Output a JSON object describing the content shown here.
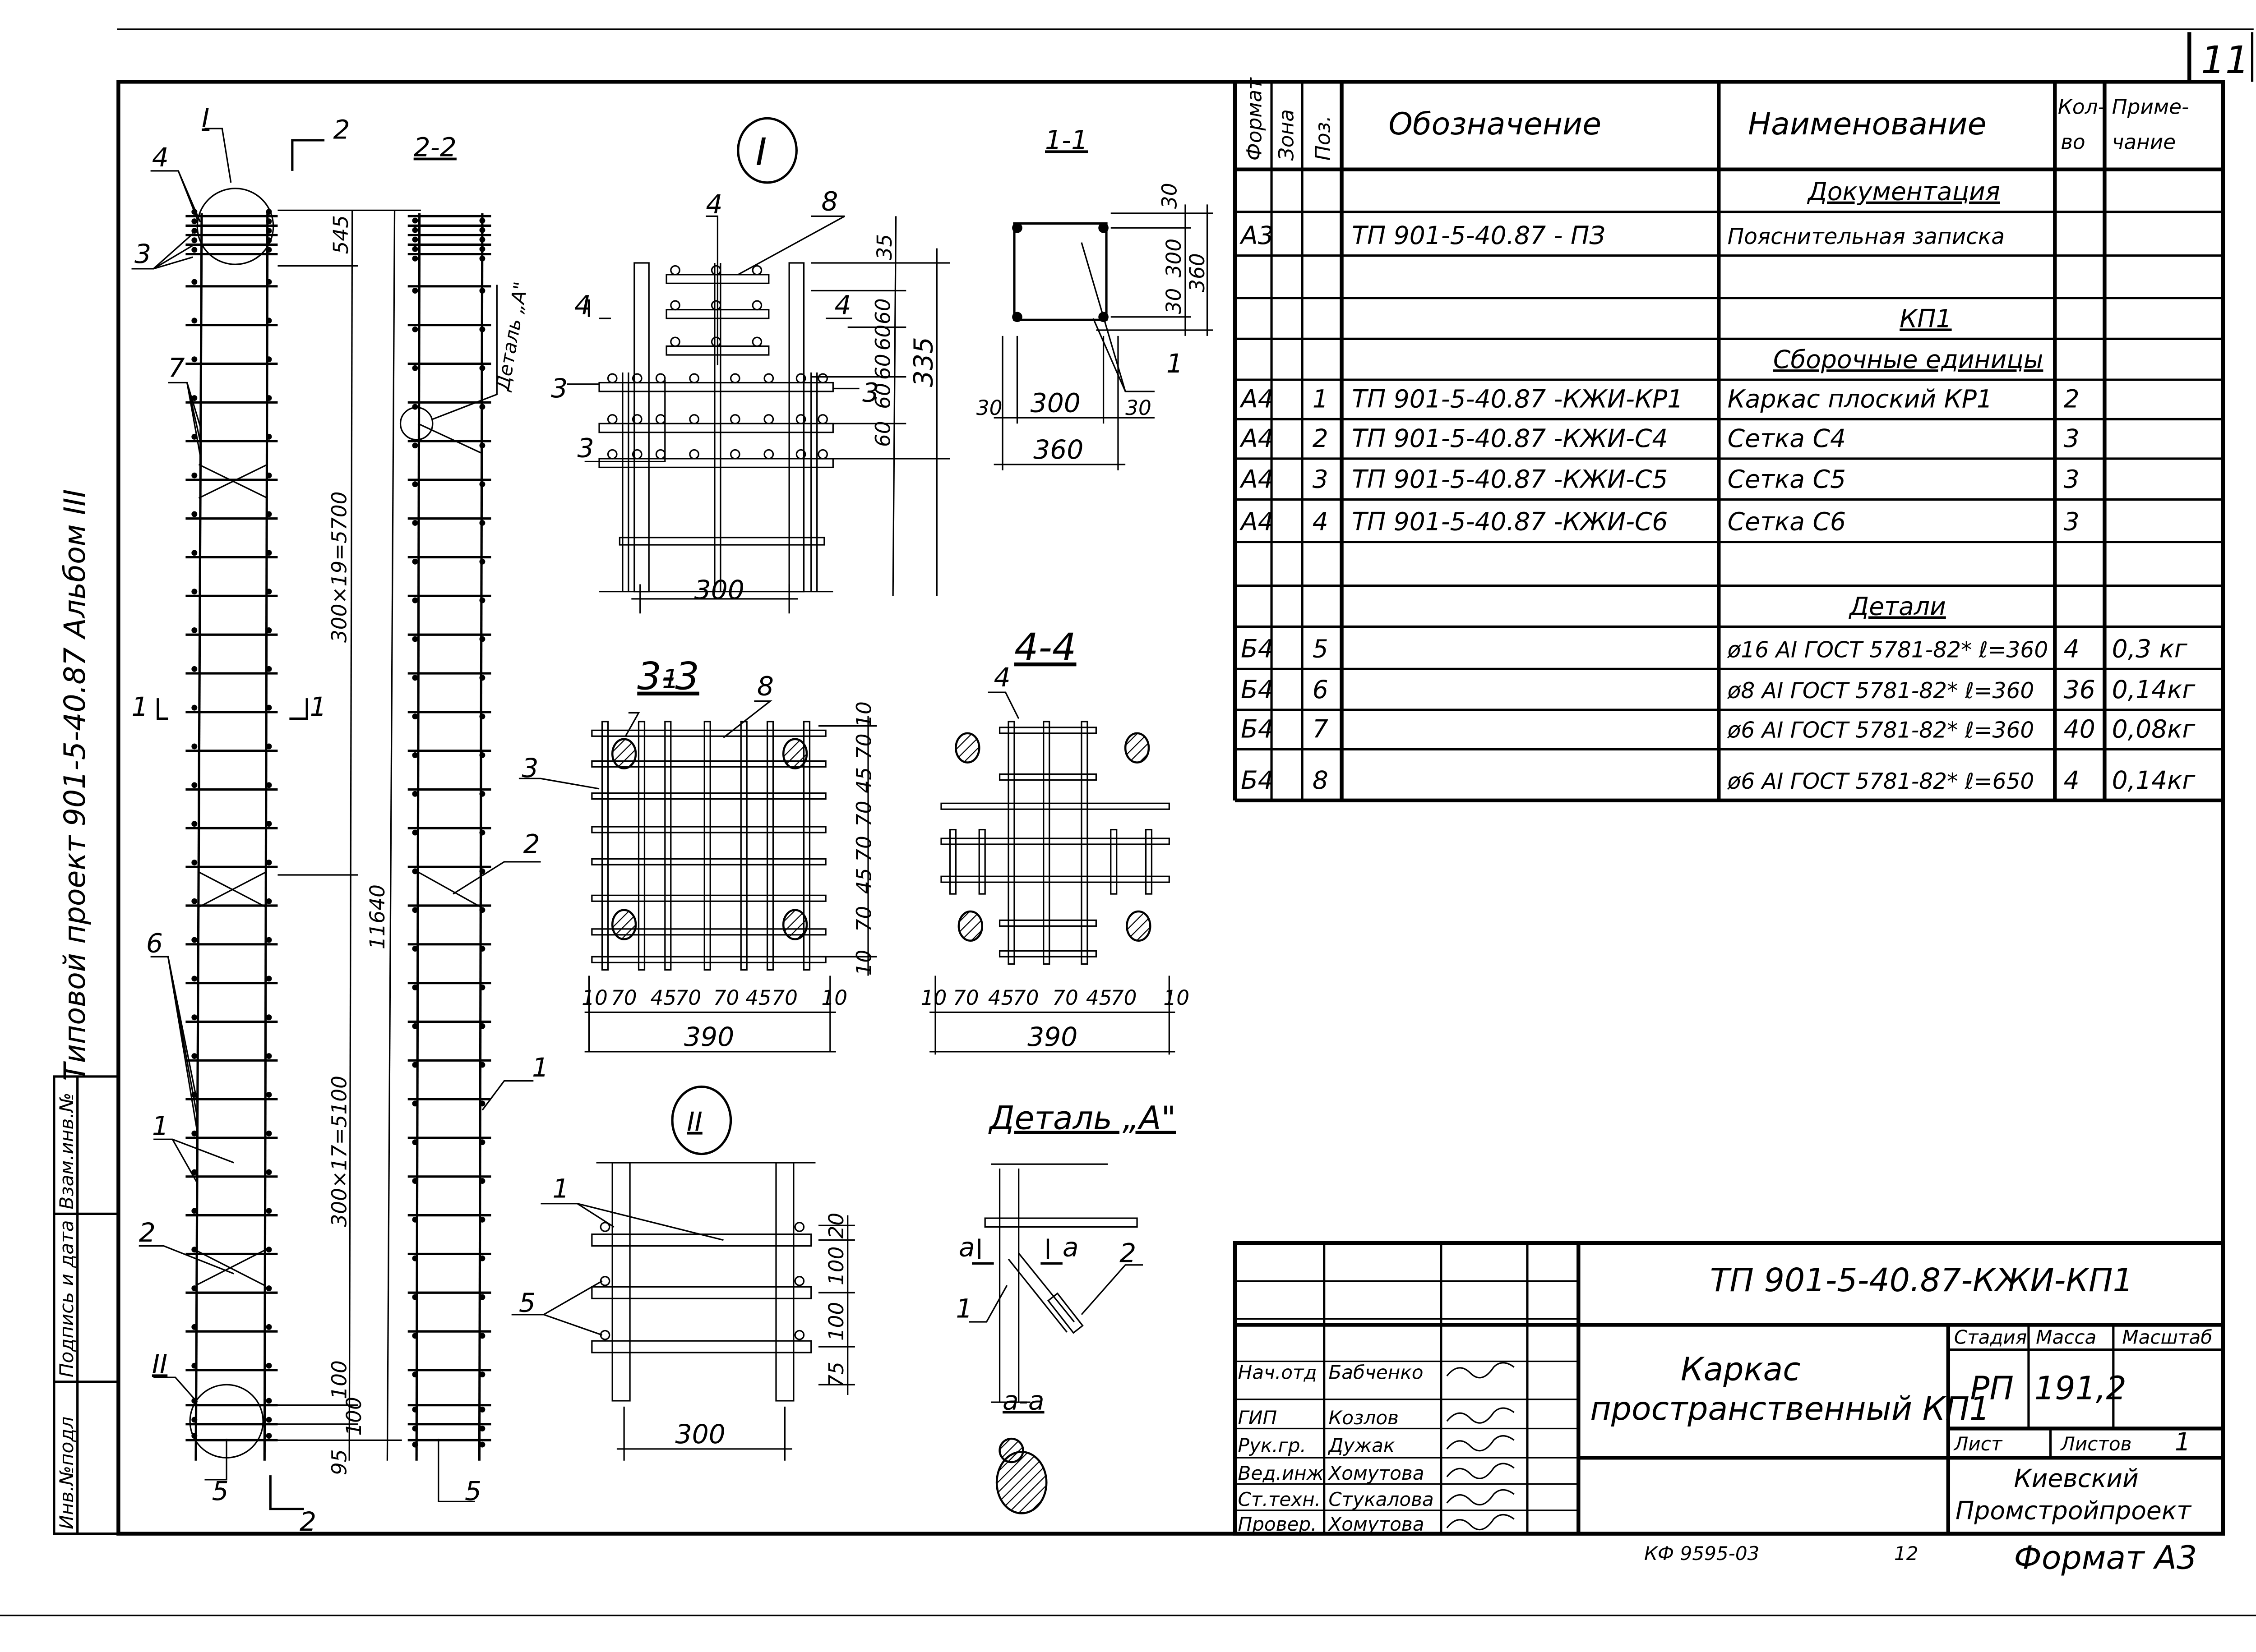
{
  "sheet": {
    "page_number": "11",
    "side_title": "Типовой проект 901-5-40.87 Альбом III",
    "side_stamp": [
      "Взам.инв.№",
      "Подпись и дата",
      "Инв.№подл"
    ],
    "footer": {
      "code": "КФ 9595-03",
      "page": "12",
      "format": "Формат А3"
    }
  },
  "spec_table": {
    "headers": {
      "format": "Формат",
      "zone": "Зона",
      "pos": "Поз.",
      "designation": "Обозначение",
      "name": "Наименование",
      "qty": "Кол-во",
      "note": "Приме-чание"
    },
    "rows": [
      {
        "format": "",
        "zone": "",
        "pos": "",
        "designation": "",
        "name": "Документация",
        "qty": "",
        "note": "",
        "section": true
      },
      {
        "format": "А3",
        "zone": "",
        "pos": "",
        "designation": "ТП 901-5-40.87 - ПЗ",
        "name": "Пояснительная записка",
        "qty": "",
        "note": ""
      },
      {
        "format": "",
        "zone": "",
        "pos": "",
        "designation": "",
        "name": "",
        "qty": "",
        "note": ""
      },
      {
        "format": "",
        "zone": "",
        "pos": "",
        "designation": "",
        "name": "КП1",
        "qty": "",
        "note": "",
        "section": true
      },
      {
        "format": "",
        "zone": "",
        "pos": "",
        "designation": "",
        "name": "Сборочные единицы",
        "qty": "",
        "note": "",
        "section": true
      },
      {
        "format": "А4",
        "zone": "",
        "pos": "1",
        "designation": "ТП 901-5-40.87 -КЖИ-КР1",
        "name": "Каркас  плоский КР1",
        "qty": "2",
        "note": ""
      },
      {
        "format": "А4",
        "zone": "",
        "pos": "2",
        "designation": "ТП 901-5-40.87 -КЖИ-С4",
        "name": "Сетка  С4",
        "qty": "3",
        "note": ""
      },
      {
        "format": "А4",
        "zone": "",
        "pos": "3",
        "designation": "ТП 901-5-40.87 -КЖИ-С5",
        "name": "Сетка  С5",
        "qty": "3",
        "note": ""
      },
      {
        "format": "А4",
        "zone": "",
        "pos": "4",
        "designation": "ТП 901-5-40.87 -КЖИ-С6",
        "name": "Сетка  С6",
        "qty": "3",
        "note": ""
      },
      {
        "format": "",
        "zone": "",
        "pos": "",
        "designation": "",
        "name": "",
        "qty": "",
        "note": ""
      },
      {
        "format": "",
        "zone": "",
        "pos": "",
        "designation": "",
        "name": "Детали",
        "qty": "",
        "note": "",
        "section": true
      },
      {
        "format": "Б4",
        "zone": "",
        "pos": "5",
        "designation": "",
        "name": "ø16 АI ГОСТ 5781-82* ℓ=360",
        "qty": "4",
        "note": "0,3 кг"
      },
      {
        "format": "Б4",
        "zone": "",
        "pos": "6",
        "designation": "",
        "name": "ø8 АI ГОСТ 5781-82* ℓ=360",
        "qty": "36",
        "note": "0,14кг"
      },
      {
        "format": "Б4",
        "zone": "",
        "pos": "7",
        "designation": "",
        "name": "ø6 АI ГОСТ 5781-82* ℓ=360",
        "qty": "40",
        "note": "0,08кг"
      },
      {
        "format": "Б4",
        "zone": "",
        "pos": "8",
        "designation": "",
        "name": "ø6 АI ГОСТ 5781-82* ℓ=650",
        "qty": "4",
        "note": "0,14кг"
      }
    ]
  },
  "title_block": {
    "document_code": "ТП 901-5-40.87-КЖИ-КП1",
    "title_line1": "Каркас",
    "title_line2": "пространственный КП1",
    "stage_label": "Стадия",
    "mass_label": "Масса",
    "scale_label": "Масштаб",
    "stage": "РП",
    "mass": "191,2",
    "scale": "",
    "sheet_label": "Лист",
    "sheets_label": "Листов",
    "sheets": "1",
    "org_line1": "Киевский",
    "org_line2": "Промстройпроект",
    "signatures": [
      {
        "role": "Нач.отд",
        "name": "Бабченко"
      },
      {
        "role": "",
        "name": ""
      },
      {
        "role": "ГИП",
        "name": "Козлов"
      },
      {
        "role": "Рук.гр.",
        "name": "Дужак"
      },
      {
        "role": "Вед.инж",
        "name": "Хомутова"
      },
      {
        "role": "Ст.техн.",
        "name": "Стукалова"
      },
      {
        "role": "Провер.",
        "name": "Хомутова"
      }
    ]
  },
  "drawing": {
    "views": {
      "elevation_marker": "I",
      "elevation_marker_2": "II",
      "section_22": "2-2",
      "detail_I": "I",
      "section_11": "1-1",
      "section_33": "3-3",
      "section_44": "4-4",
      "detail_II": "II",
      "detail_A": "Деталь „А\"",
      "detail_A_callout": "Деталь „А\"",
      "section_aa": "а-а",
      "cut_a": "а"
    },
    "cut_marks": {
      "c1": "1",
      "c2": "2",
      "c3": "3",
      "c4": "4",
      "c5": "5"
    },
    "position_labels": [
      "1",
      "2",
      "3",
      "4",
      "5",
      "6",
      "7",
      "8"
    ],
    "dimensions": {
      "elev_top": "545",
      "elev_upper": "300×19=5700",
      "elev_total": "11640",
      "elev_lower": "300×17=5100",
      "elev_b1": "100",
      "elev_b2": "100",
      "elev_b3": "95",
      "d1_35": "35",
      "d1_60a": "60",
      "d1_60b": "60",
      "d1_60c": "60",
      "d1_60d": "60",
      "d1_60e": "60",
      "d1_335": "335",
      "d1_300": "300",
      "s11_30t": "30",
      "s11_300v": "300",
      "s11_30b": "30",
      "s11_360v": "360",
      "s11_30l": "30",
      "s11_300h": "300",
      "s11_30r": "30",
      "s11_360h": "360",
      "s33_h": [
        "10",
        "70",
        "45",
        "70",
        "70",
        "45",
        "70",
        "10"
      ],
      "s33_v": [
        "10",
        "70",
        "45",
        "70",
        "70",
        "45",
        "70",
        "10"
      ],
      "s33_total": "390",
      "s44_h": [
        "10",
        "70",
        "45",
        "70",
        "70",
        "45",
        "70",
        "10"
      ],
      "s44_total": "390",
      "d2_v": [
        "20",
        "100",
        "100",
        "75"
      ],
      "d2_300": "300"
    }
  }
}
